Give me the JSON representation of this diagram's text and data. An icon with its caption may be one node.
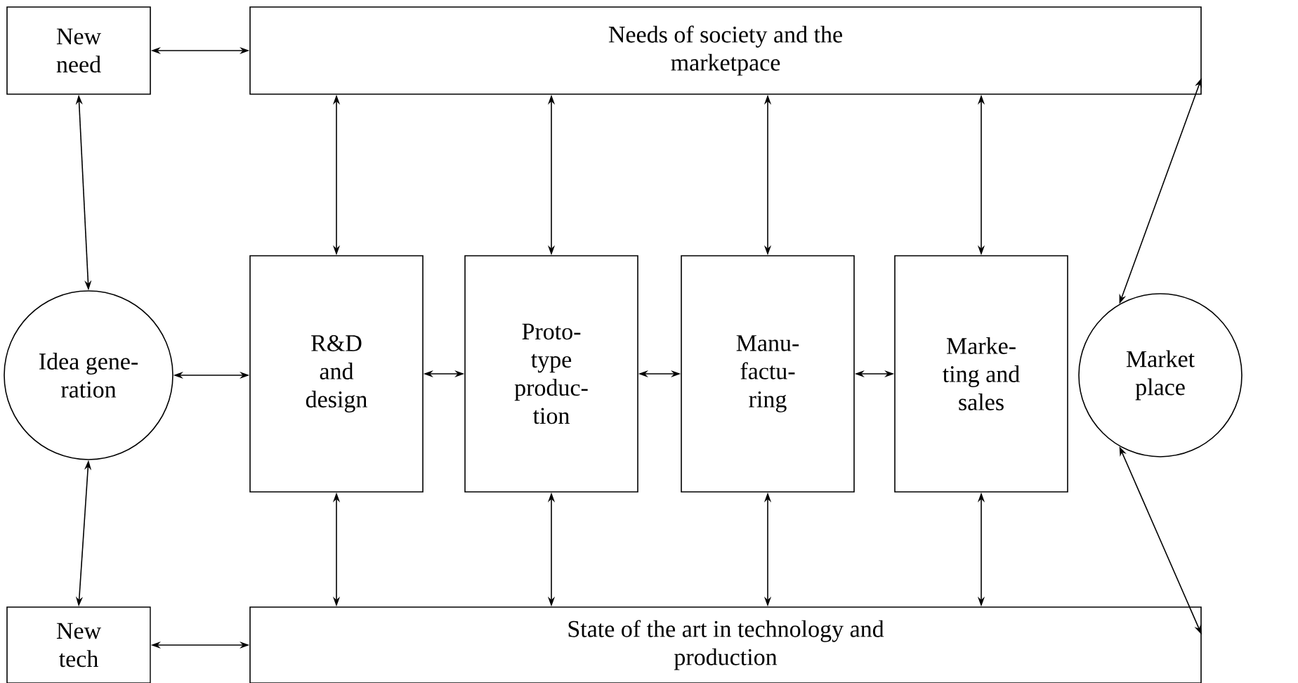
{
  "diagram": {
    "nodes": [
      {
        "text": [
          "New need"
        ]
      },
      {
        "text": [
          "Needs of society and the marketpace"
        ]
      },
      {
        "text": [
          "Idea gene- ration"
        ]
      },
      {
        "text": [
          "R&D and design"
        ]
      },
      {
        "text": [
          "Proto- type produc- tion"
        ]
      },
      {
        "text": [
          "Manu- factu- ring"
        ]
      },
      {
        "text": [
          "Marke- ting and sales"
        ]
      },
      {
        "text": [
          "Market place"
        ]
      },
      {
        "text": [
          "New tech"
        ]
      },
      {
        "text": [
          "State of the art in technology and production"
        ]
      }
    ],
    "edges": [
      {
        "from": 0,
        "to": 1,
        "arrow": "both"
      },
      {
        "from": 0,
        "to": 2,
        "arrow": "both"
      },
      {
        "from": 1,
        "to": 3,
        "arrow": "both"
      },
      {
        "from": 1,
        "to": 4,
        "arrow": "both"
      },
      {
        "from": 1,
        "to": 5,
        "arrow": "both"
      },
      {
        "from": 1,
        "to": 6,
        "arrow": "both"
      },
      {
        "from": 1,
        "to": 7,
        "arrow": "both"
      },
      {
        "from": 2,
        "to": 3,
        "arrow": "both"
      },
      {
        "from": 3,
        "to": 4,
        "arrow": "both"
      },
      {
        "from": 4,
        "to": 5,
        "arrow": "both"
      },
      {
        "from": 5,
        "to": 6,
        "arrow": "both"
      },
      {
        "from": 2,
        "to": 8,
        "arrow": "both"
      },
      {
        "from": 3,
        "to": 9,
        "arrow": "both"
      },
      {
        "from": 4,
        "to": 9,
        "arrow": "both"
      },
      {
        "from": 5,
        "to": 9,
        "arrow": "both"
      },
      {
        "from": 6,
        "to": 9,
        "arrow": "both"
      },
      {
        "from": 7,
        "to": 9,
        "arrow": "both"
      },
      {
        "from": 8,
        "to": 9,
        "arrow": "both"
      }
    ]
  }
}
